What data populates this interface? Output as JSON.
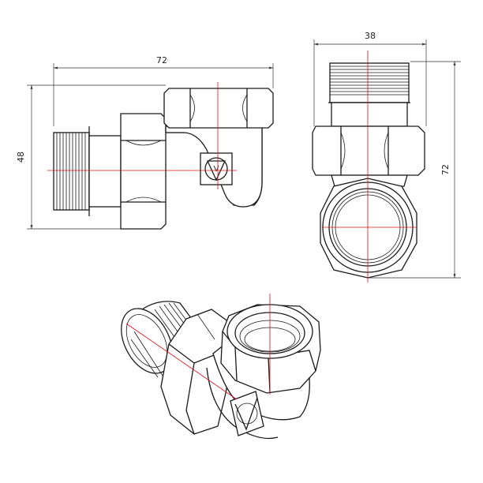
{
  "drawing": {
    "dimensions": {
      "front_width": "72",
      "front_height": "48",
      "side_width": "38",
      "side_height": "72"
    },
    "colors": {
      "line": "#1a1a1a",
      "centerline": "#e0101a",
      "background": "#ffffff"
    },
    "views": [
      "front-view",
      "side-view",
      "isometric-view"
    ],
    "logo_symbol": "V"
  }
}
